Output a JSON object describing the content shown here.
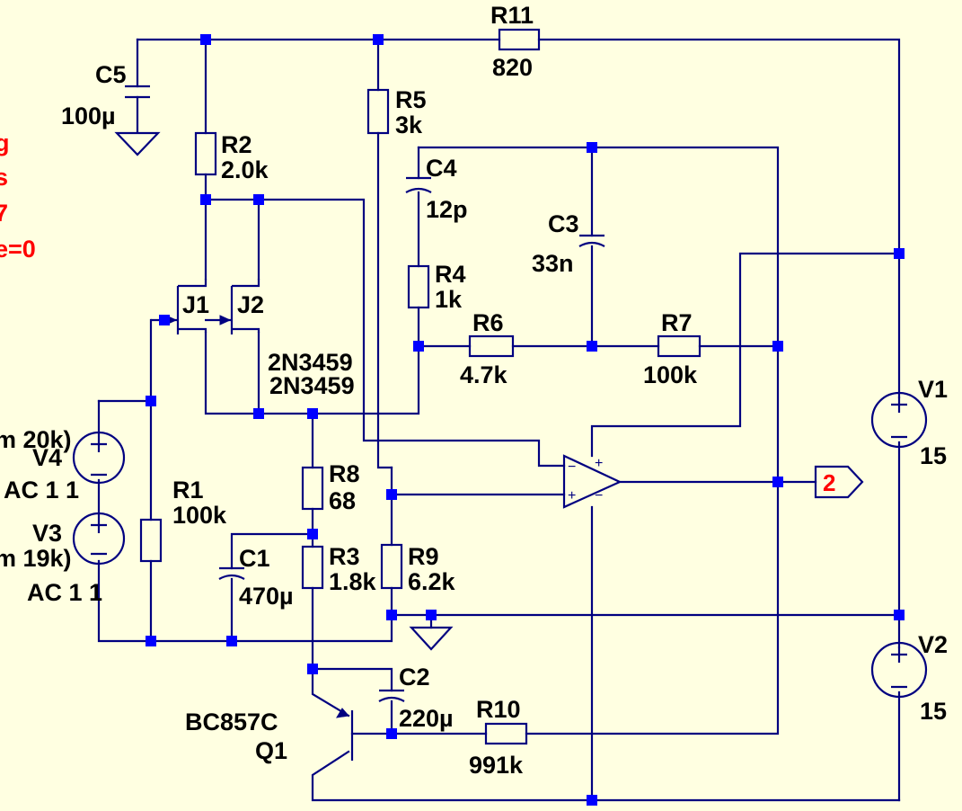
{
  "colors": {
    "background": "#FFFFE1",
    "wire": "#000080",
    "junction": "#0000FF",
    "label": "#000000",
    "directive": "#FF0000"
  },
  "components": {
    "R11": {
      "name": "R11",
      "value": "820"
    },
    "C5": {
      "name": "C5",
      "value": "100µ"
    },
    "R2": {
      "name": "R2",
      "value": "2.0k"
    },
    "R5": {
      "name": "R5",
      "value": "3k"
    },
    "C4": {
      "name": "C4",
      "value": "12p"
    },
    "C3": {
      "name": "C3",
      "value": "33n"
    },
    "R4": {
      "name": "R4",
      "value": "1k"
    },
    "R6": {
      "name": "R6",
      "value": "4.7k"
    },
    "R7": {
      "name": "R7",
      "value": "100k"
    },
    "J1": {
      "name": "J1",
      "value": "2N3459"
    },
    "J2": {
      "name": "J2",
      "value": "2N3459"
    },
    "V1": {
      "name": "V1",
      "value": "15"
    },
    "V2": {
      "name": "V2",
      "value": "15"
    },
    "V4": {
      "name": "V4",
      "line1": "m 20k)",
      "line2": "AC 1 1"
    },
    "V3": {
      "name": "V3",
      "line1": "m 19k)",
      "line2": "AC 1 1"
    },
    "R1": {
      "name": "R1",
      "value": "100k"
    },
    "R8": {
      "name": "R8",
      "value": "68"
    },
    "C1": {
      "name": "C1",
      "value": "470µ"
    },
    "R3": {
      "name": "R3",
      "value": "1.8k"
    },
    "R9": {
      "name": "R9",
      "value": "6.2k"
    },
    "C2": {
      "name": "C2",
      "value": "220µ"
    },
    "R10": {
      "name": "R10",
      "value": "991k"
    },
    "Q1": {
      "name": "Q1",
      "value": "BC857C"
    }
  },
  "directives": [
    "g",
    "s",
    "7",
    "e=0"
  ],
  "net_label": "2",
  "symbols": {
    "plus": "+",
    "minus": "−"
  }
}
